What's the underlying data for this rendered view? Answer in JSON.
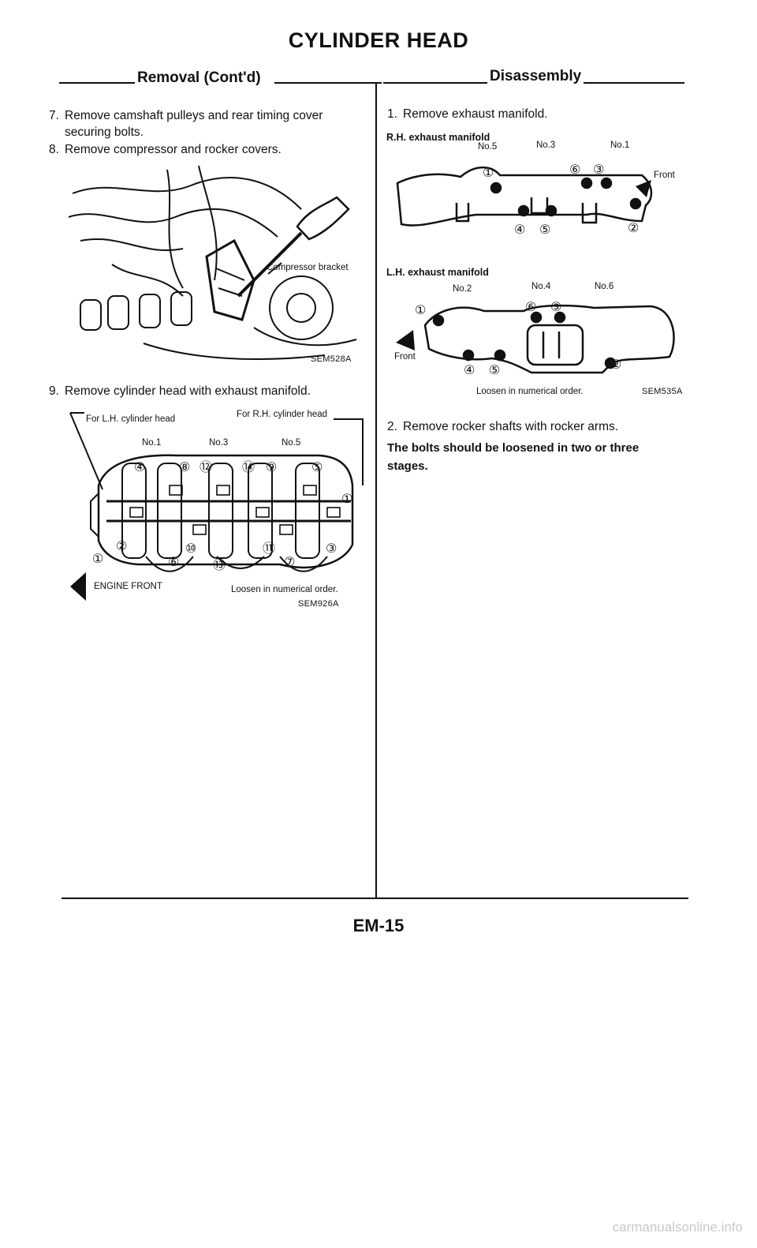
{
  "header": {
    "title": "CYLINDER HEAD"
  },
  "left": {
    "section_title": "Removal (Cont'd)",
    "step7": {
      "num": "7.",
      "line1": "Remove camshaft pulleys and rear timing cover",
      "line2": "securing bolts."
    },
    "step8": {
      "num": "8.",
      "text": "Remove compressor and rocker covers."
    },
    "fig1": {
      "callout": "Compressor bracket",
      "code": "SEM528A"
    },
    "step9": {
      "num": "9.",
      "text": "Remove cylinder head with exhaust manifold."
    },
    "fig2": {
      "lh_label": "For L.H. cylinder head",
      "rh_label": "For R.H. cylinder head",
      "cylinders": [
        "No.1",
        "No.3",
        "No.5"
      ],
      "engine_front": "ENGINE FRONT",
      "note": "Loosen in numerical order.",
      "code": "SEM926A",
      "bolt_numbers": [
        "①",
        "②",
        "③",
        "④",
        "⑤",
        "⑥",
        "⑦",
        "⑧",
        "⑨",
        "⑩",
        "⑪",
        "⑫",
        "⑬",
        "⑭"
      ]
    }
  },
  "right": {
    "section_title": "Disassembly",
    "step1": {
      "num": "1.",
      "text": "Remove exhaust manifold."
    },
    "fig3": {
      "rh_title": "R.H. exhaust manifold",
      "rh_cylinders": [
        "No.5",
        "No.3",
        "No.1"
      ],
      "rh_front": "Front",
      "lh_title": "L.H. exhaust manifold",
      "lh_cylinders": [
        "No.2",
        "No.4",
        "No.6"
      ],
      "lh_front": "Front",
      "note": "Loosen in numerical order.",
      "code": "SEM535A",
      "bolt_numbers": [
        "①",
        "②",
        "③",
        "④",
        "⑤",
        "⑥"
      ]
    },
    "step2": {
      "num": "2.",
      "text": "Remove rocker shafts with rocker arms."
    },
    "note": {
      "line1": "The bolts should be loosened in two or three",
      "line2": "stages."
    }
  },
  "footer": {
    "page": "EM-15"
  },
  "watermark": "carmanualsonline.info"
}
